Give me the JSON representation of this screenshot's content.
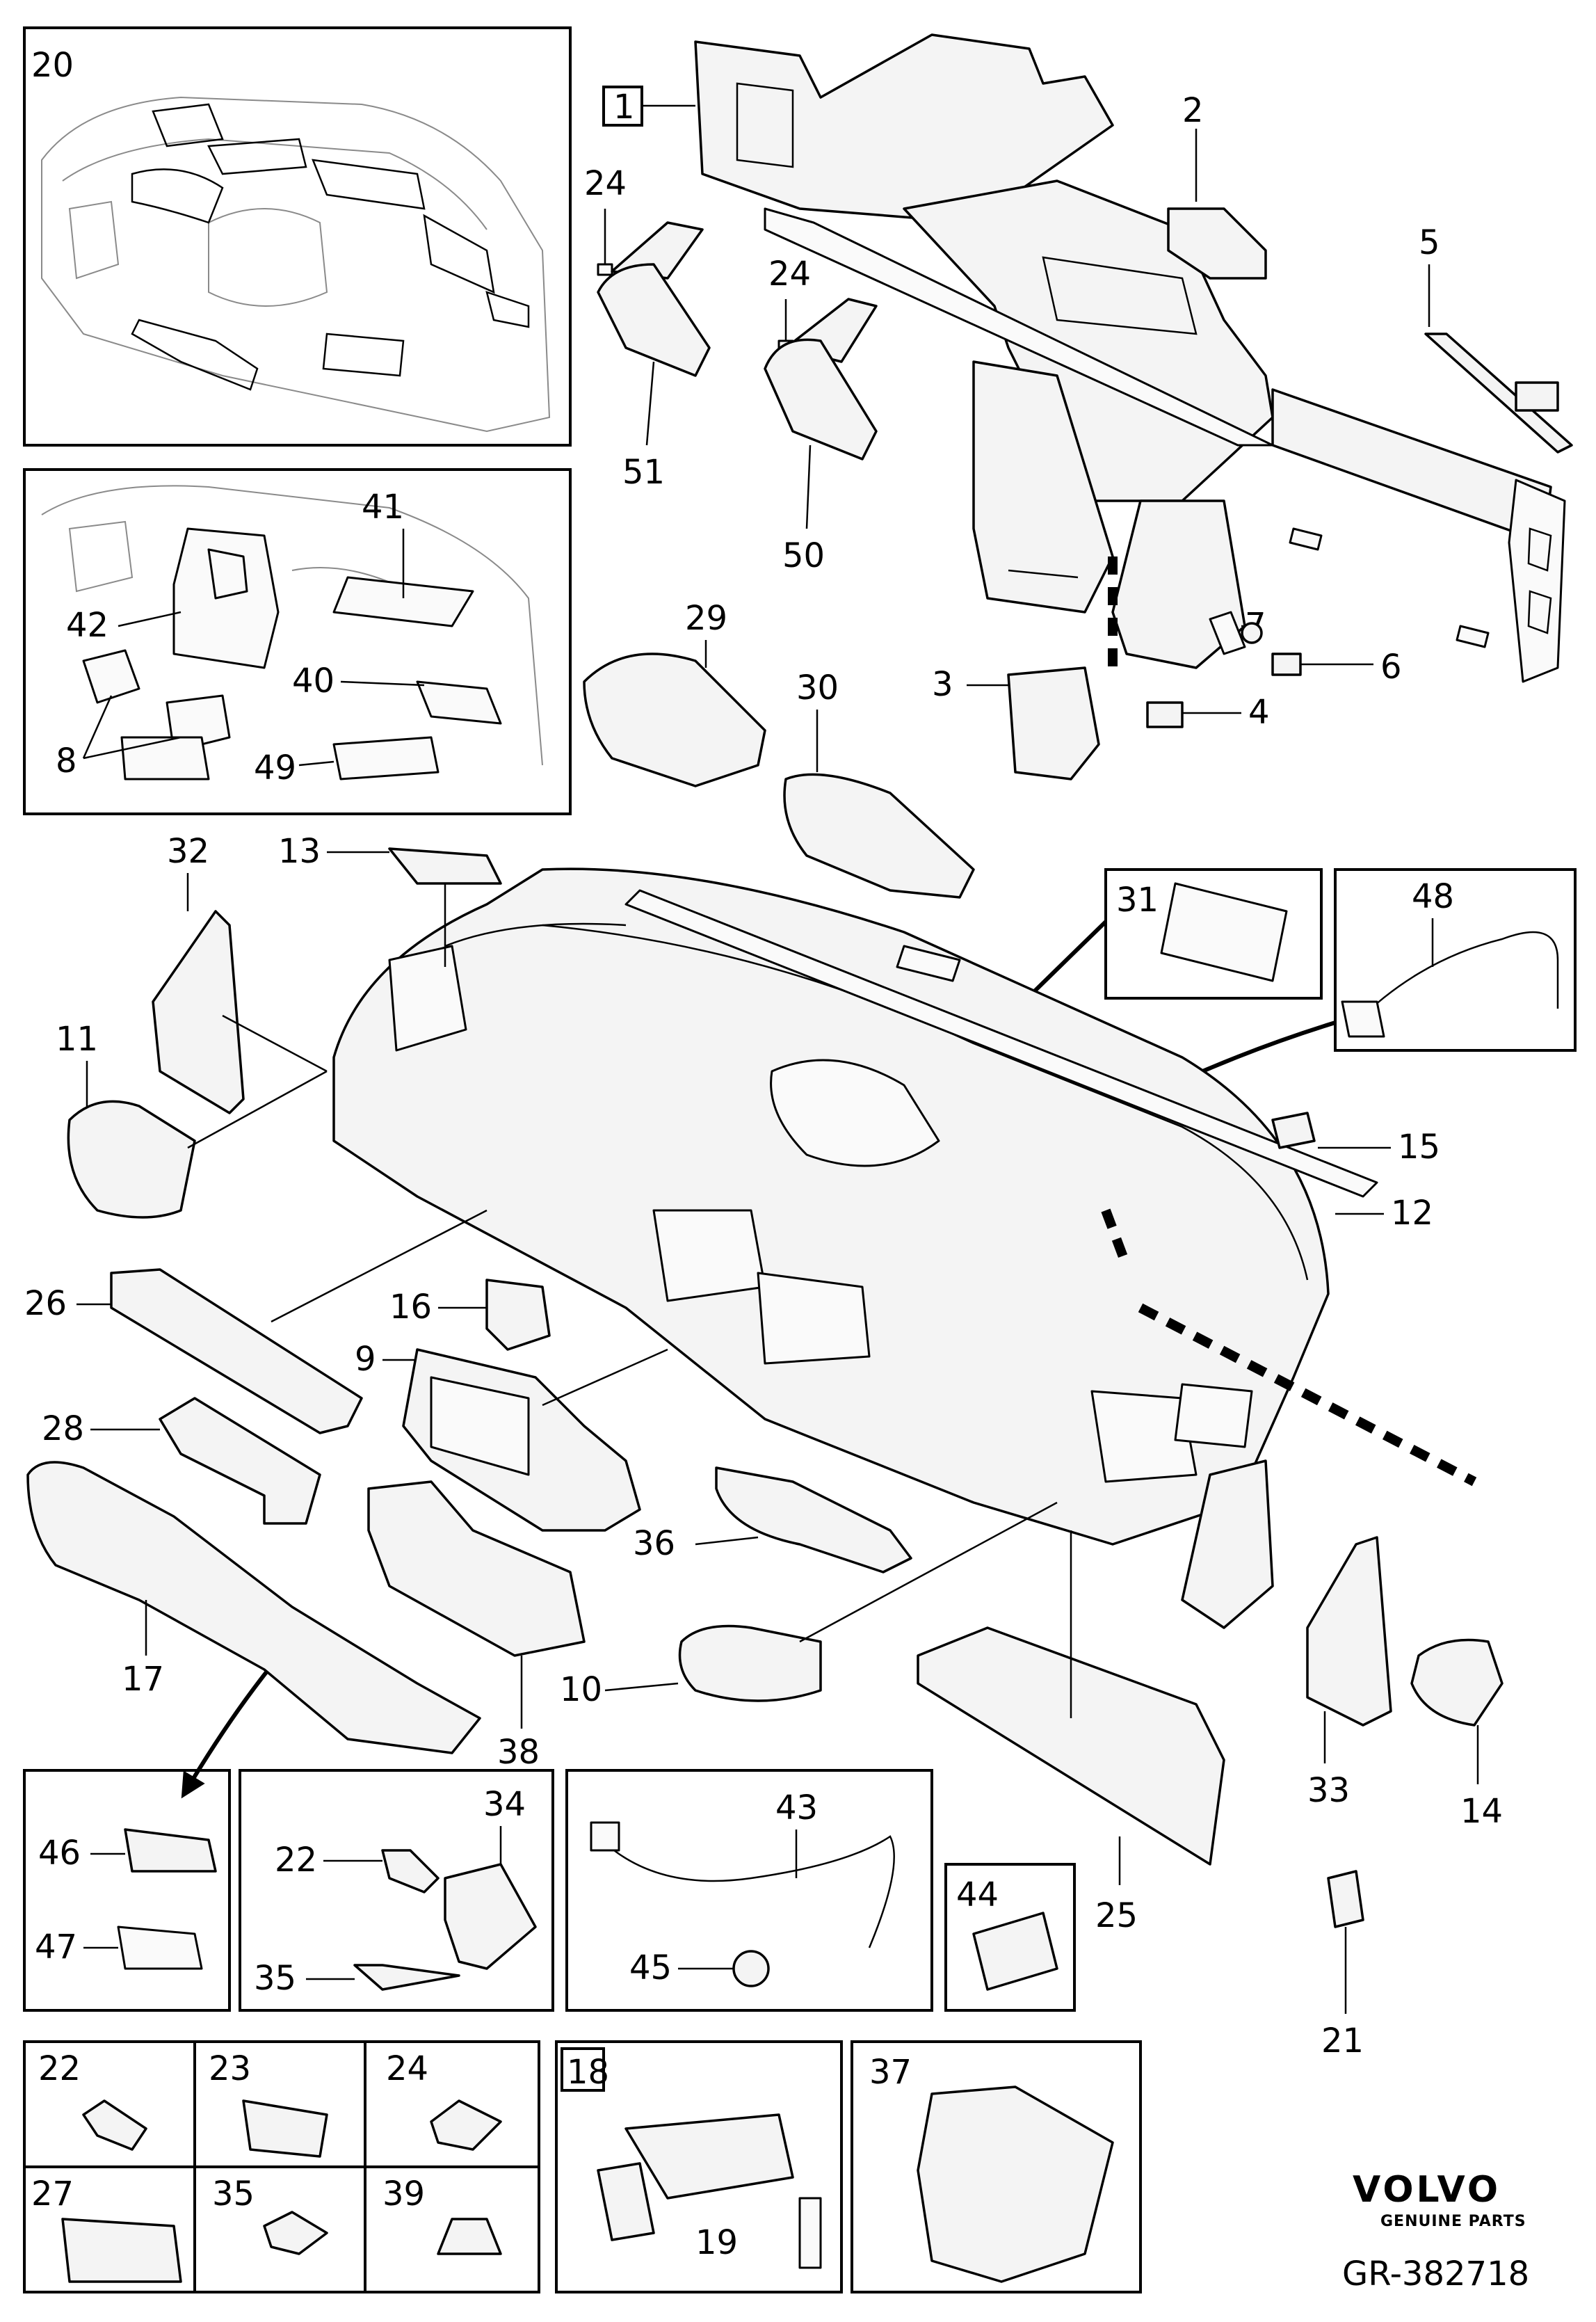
{
  "diagram": {
    "labels": {
      "p1": "1",
      "p2": "2",
      "p3": "3",
      "p4": "4",
      "p5": "5",
      "p6": "6",
      "p7": "7",
      "p8": "8",
      "p9": "9",
      "p10": "10",
      "p11": "11",
      "p12": "12",
      "p13": "13",
      "p14": "14",
      "p15": "15",
      "p16": "16",
      "p17": "17",
      "p18": "18",
      "p19": "19",
      "p20": "20",
      "p21": "21",
      "p22a": "22",
      "p22b": "22",
      "p23": "23",
      "p24a": "24",
      "p24b": "24",
      "p24c": "24",
      "p25": "25",
      "p26": "26",
      "p27": "27",
      "p28": "28",
      "p29": "29",
      "p30": "30",
      "p31": "31",
      "p32": "32",
      "p33": "33",
      "p34": "34",
      "p35a": "35",
      "p35b": "35",
      "p36": "36",
      "p37": "37",
      "p38": "38",
      "p39": "39",
      "p40": "40",
      "p41": "41",
      "p42": "42",
      "p43": "43",
      "p44": "44",
      "p45": "45",
      "p46": "46",
      "p47": "47",
      "p48": "48",
      "p49": "49",
      "p50": "50",
      "p51": "51"
    },
    "brand": {
      "name": "VOLVO",
      "tagline": "GENUINE PARTS"
    },
    "reference": "GR-382718"
  }
}
